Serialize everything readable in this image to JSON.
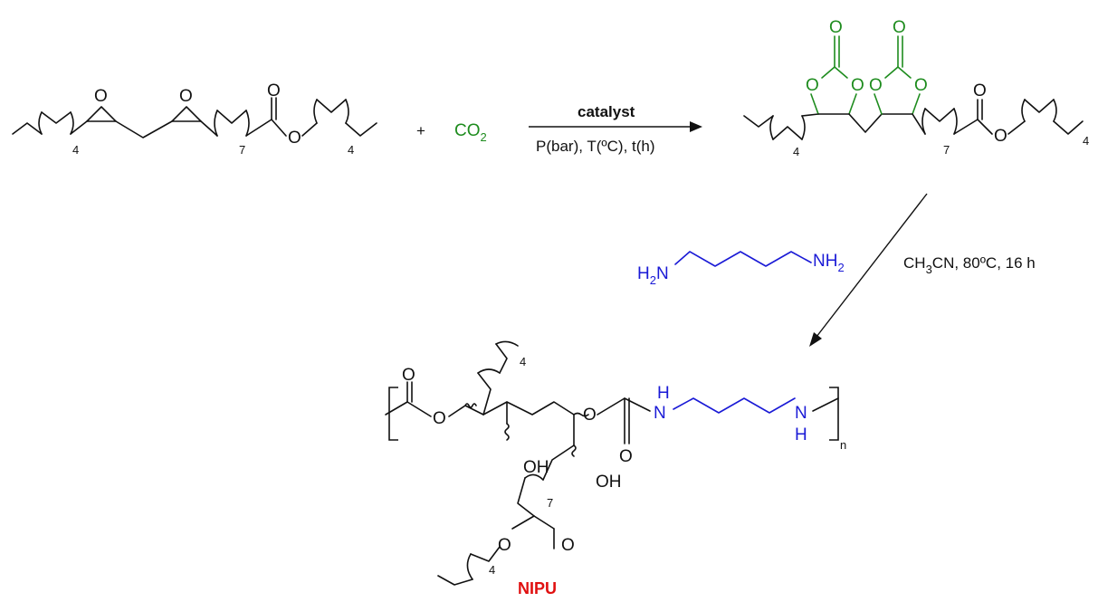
{
  "reaction_scheme": {
    "reactant_1": {
      "atoms": [
        "O",
        "O",
        "O",
        "O"
      ],
      "repeat_counts": [
        "4",
        "7",
        "4"
      ]
    },
    "plus_sign": "+",
    "reactant_2": {
      "formula_main": "CO",
      "formula_sub": "2"
    },
    "step_1": {
      "catalyst_label": "catalyst",
      "conditions": "P(bar), T(ºC), t(h)"
    },
    "product_1": {
      "atoms": [
        "O",
        "O",
        "O",
        "O",
        "O",
        "O",
        "O",
        "O"
      ],
      "repeat_counts": [
        "4",
        "7",
        "4"
      ]
    },
    "diamine": {
      "left_group": "H",
      "left_sub": "2",
      "left_n": "N",
      "right_group": "NH",
      "right_sub": "2"
    },
    "step_2": {
      "solvent_main": "CH",
      "solvent_sub": "3",
      "solvent_rest": "CN, 80ºC, 16 h"
    },
    "polymer": {
      "atoms": [
        "O",
        "O",
        "O",
        "O",
        "O",
        "O"
      ],
      "hydroxyls": [
        "OH",
        "OH"
      ],
      "nh_labels": [
        "N",
        "H",
        "N",
        "H"
      ],
      "repeat_counts": [
        "4",
        "7",
        "4"
      ],
      "repeat_index": "n",
      "name": "NIPU"
    }
  }
}
